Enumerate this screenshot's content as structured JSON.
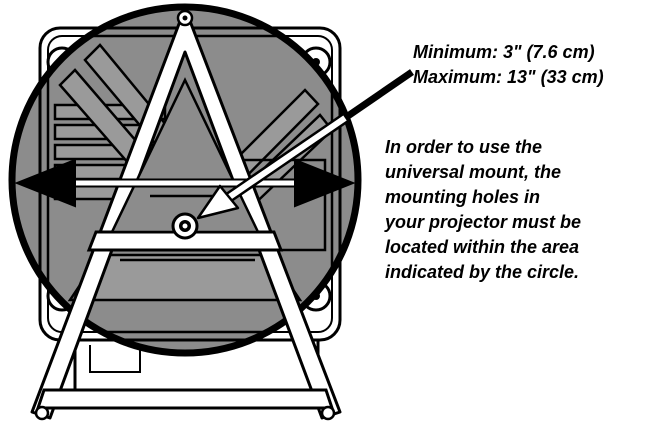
{
  "dimensions": {
    "minimum": "Minimum: 3\" (7.6 cm)",
    "maximum": "Maximum: 13\" (33 cm)"
  },
  "note": {
    "lines": [
      "In order to use the",
      "universal mount, the",
      "mounting holes in",
      "your projector must be",
      "located within the area",
      "indicated by the circle."
    ]
  },
  "colors": {
    "circle_fill": "#8c8c8c",
    "line": "#000000",
    "arrow": "#ffffff",
    "background": "#ffffff"
  }
}
